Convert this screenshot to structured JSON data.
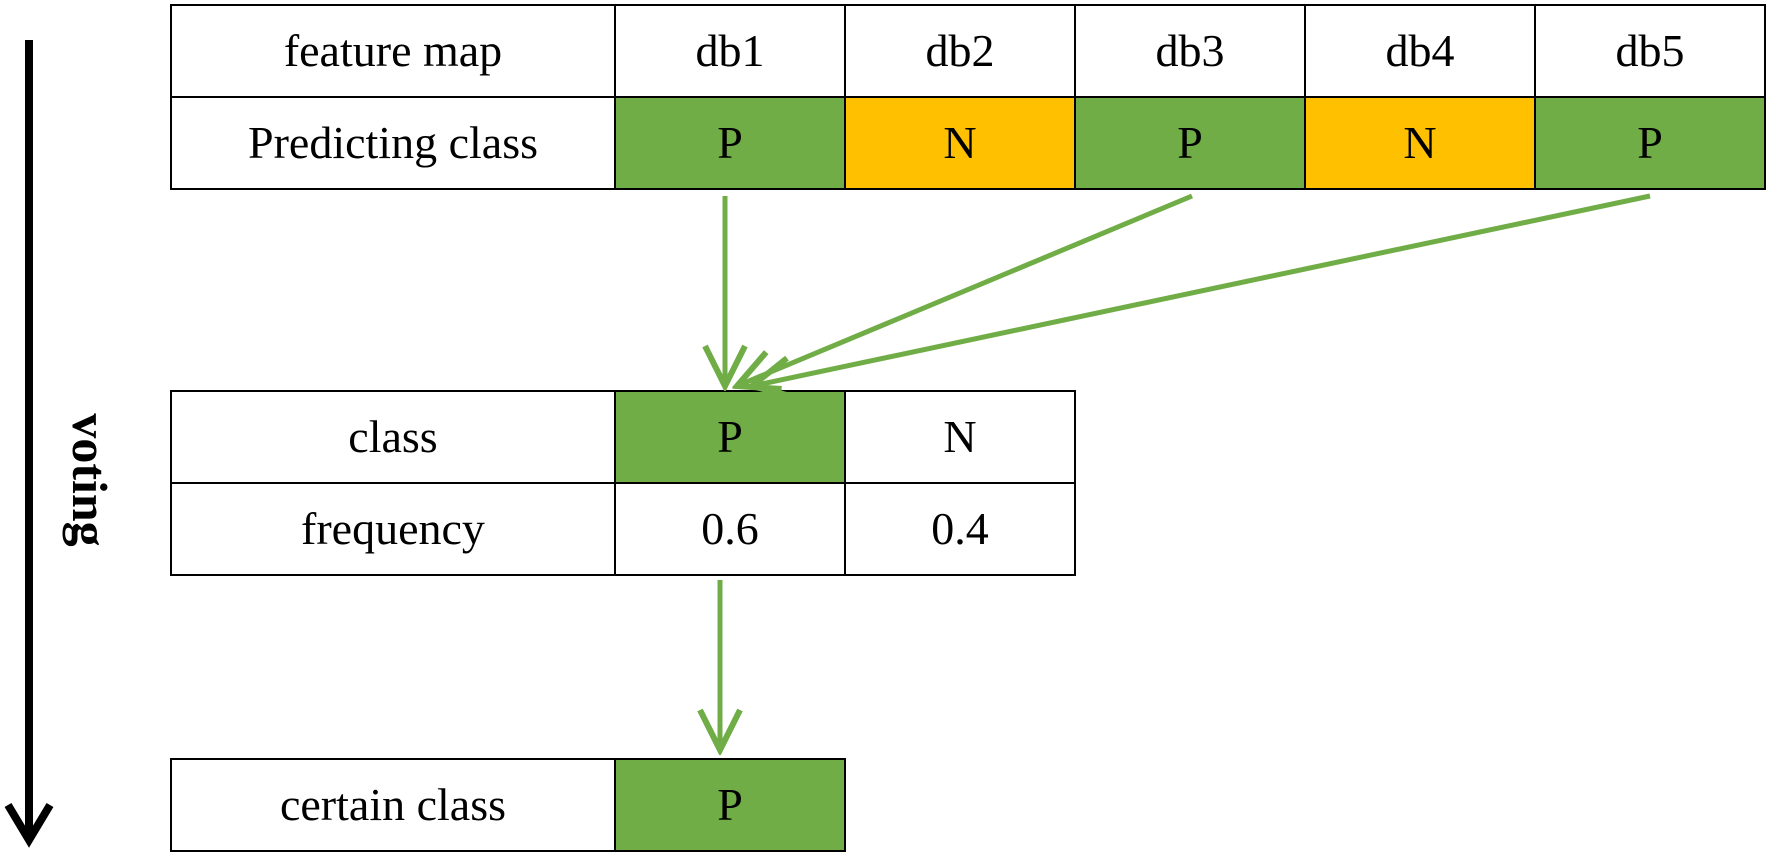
{
  "top_table": {
    "row1": [
      "feature map",
      "db1",
      "db2",
      "db3",
      "db4",
      "db5"
    ],
    "row2": [
      {
        "text": "Predicting class",
        "fill": "none"
      },
      {
        "text": "P",
        "fill": "green"
      },
      {
        "text": "N",
        "fill": "orange"
      },
      {
        "text": "P",
        "fill": "green"
      },
      {
        "text": "N",
        "fill": "orange"
      },
      {
        "text": "P",
        "fill": "green"
      }
    ]
  },
  "vote_table": {
    "row1": [
      {
        "text": "class",
        "fill": "none"
      },
      {
        "text": "P",
        "fill": "green"
      },
      {
        "text": "N",
        "fill": "none"
      }
    ],
    "row2": [
      "frequency",
      "0.6",
      "0.4"
    ]
  },
  "result_table": {
    "label": "certain class",
    "value": "P",
    "value_fill": "green"
  },
  "side_label": "voting",
  "colors": {
    "green": "#70ad47",
    "orange": "#ffc000",
    "arrow": "#70ad47",
    "border": "#000000"
  }
}
